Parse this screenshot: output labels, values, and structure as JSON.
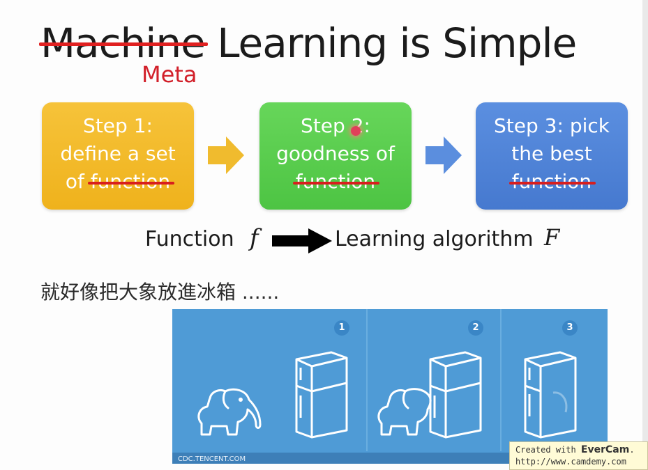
{
  "title": {
    "struck_word": "Machine",
    "rest": "Learning is Simple",
    "replacement": "Meta"
  },
  "steps": [
    {
      "lines": [
        "Step 1:",
        "define a set",
        "of "
      ],
      "struck": "function"
    },
    {
      "lines": [
        "Step 2:",
        "goodness of",
        ""
      ],
      "struck": "function"
    },
    {
      "lines": [
        "Step 3: pick",
        "the best",
        ""
      ],
      "struck": "function"
    }
  ],
  "function_line": {
    "left_text": "Function",
    "left_symbol": "f",
    "right_text": "Learning algorithm",
    "right_symbol": "F"
  },
  "chinese_line": "就好像把大象放進冰箱 ......",
  "illustration": {
    "panel_numbers": [
      "1",
      "2",
      "3"
    ],
    "credit": "CDC.TENCENT.COM"
  },
  "watermark": {
    "line1_prefix": "Created with ",
    "brand": "EverCam",
    "line1_suffix": ".",
    "line2": "http://www.camdemy.com"
  },
  "colors": {
    "step1": "#f2b828",
    "step2": "#56cb4b",
    "step3": "#4f84d8",
    "strike": "#d81e1e",
    "meta": "#d2202a",
    "illustration_bg": "#4f9bd6"
  }
}
